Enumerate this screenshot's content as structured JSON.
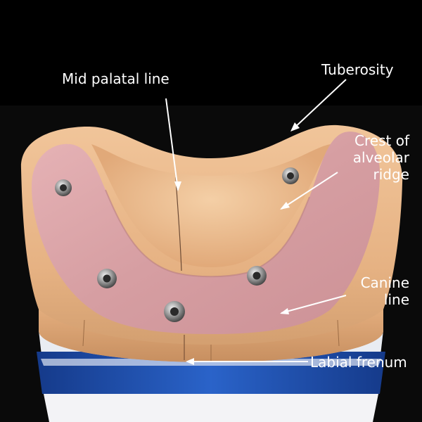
{
  "annotations": {
    "mid_palatal": "Mid palatal line",
    "tuberosity": "Tuberosity",
    "crest_lines": [
      "Crest of",
      "alveolar",
      "ridge"
    ],
    "canine_lines": [
      "Canine",
      "line"
    ],
    "labial_frenum": "Labial frenum"
  },
  "colors": {
    "background": "#000000",
    "stone_model": "#e8b98a",
    "gingiva": "#d9a3a7",
    "base_blue": "#1f4fb0",
    "label_text": "#ffffff"
  }
}
